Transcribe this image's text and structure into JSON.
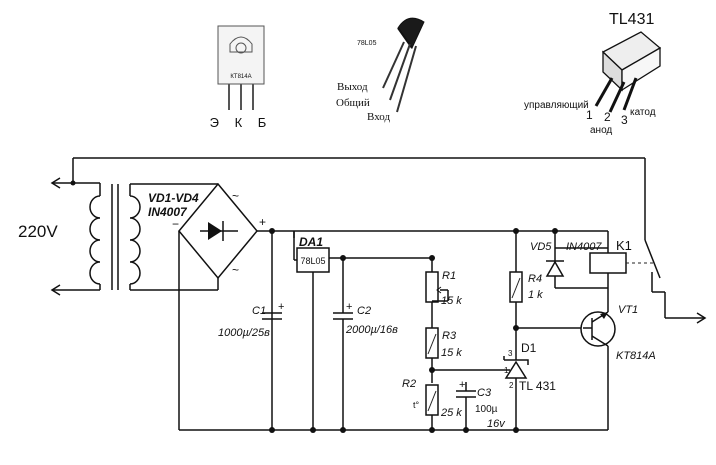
{
  "packages": {
    "kt814": {
      "body_text": "КТ814А",
      "pins": "Э К Б"
    },
    "l78": {
      "body_text": "78L05",
      "pin_out": "Выход",
      "pin_common": "Общий",
      "pin_in": "Вход"
    },
    "tl431": {
      "title": "TL431",
      "n1": "1",
      "n2": "2",
      "n3": "3",
      "ref": "управляющий",
      "anode": "анод",
      "cathode": "катод"
    }
  },
  "mains": {
    "voltage": "220V"
  },
  "bridge": {
    "ref": "VD1-VD4",
    "part": "IN4007",
    "ac1": "~",
    "ac2": "~",
    "plus": "+",
    "minus": "−"
  },
  "regulator": {
    "ref": "DA1",
    "part": "78L05"
  },
  "c1": {
    "ref": "C1",
    "value": "1000µ/25в"
  },
  "c2": {
    "ref": "C2",
    "value": "2000µ/16в"
  },
  "c3": {
    "ref": "C3",
    "value": "100µ",
    "voltage": "16v"
  },
  "r1": {
    "ref": "R1",
    "value": "15 k"
  },
  "r2": {
    "ref": "R2",
    "value": "25 k"
  },
  "r3": {
    "ref": "R3",
    "value": "15 k"
  },
  "r4": {
    "ref": "R4",
    "value": "1 k"
  },
  "d1": {
    "ref": "D1",
    "part": "TL 431",
    "pin1": "1",
    "pin2": "2",
    "pin3": "3"
  },
  "vd5": {
    "ref": "VD5",
    "part": "IN4007"
  },
  "relay": {
    "ref": "K1"
  },
  "vt1": {
    "ref": "VT1",
    "part": "KT814A"
  }
}
